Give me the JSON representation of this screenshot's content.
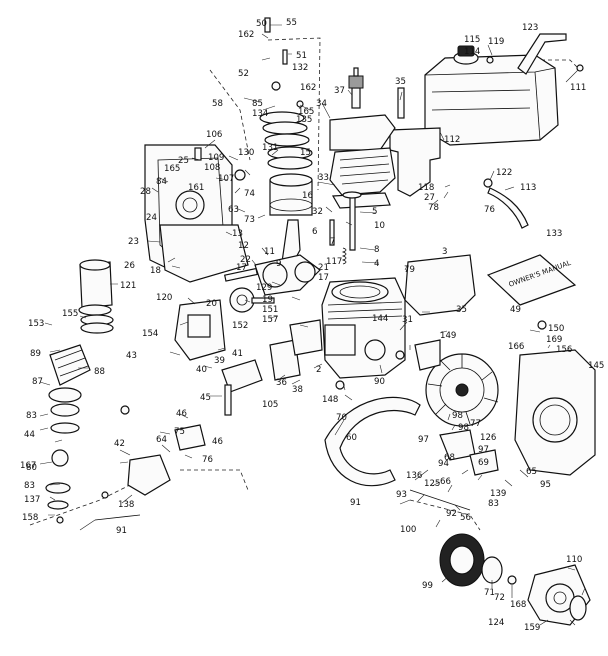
{
  "diagram": {
    "card_text": "OWNER'S MANUAL",
    "labels": [
      "55",
      "50",
      "51",
      "162",
      "132",
      "52",
      "58",
      "162",
      "85",
      "134",
      "165",
      "135",
      "34",
      "37",
      "35",
      "115",
      "114",
      "119",
      "123",
      "111",
      "112",
      "106",
      "130",
      "109",
      "108",
      "131",
      "15",
      "25",
      "165",
      "84",
      "28",
      "24",
      "161",
      "107",
      "74",
      "63",
      "73",
      "16",
      "33",
      "32",
      "5",
      "6",
      "10",
      "7",
      "8",
      "4",
      "117",
      "122",
      "118",
      "113",
      "27",
      "78",
      "76",
      "133",
      "23",
      "26",
      "18",
      "13",
      "12",
      "22",
      "17",
      "11",
      "129",
      "9",
      "21",
      "17",
      "20",
      "19",
      "151",
      "157",
      "152",
      "121",
      "120",
      "3",
      "79",
      "31",
      "35",
      "149",
      "150",
      "169",
      "156",
      "49",
      "155",
      "153",
      "154",
      "41",
      "43",
      "39",
      "40",
      "36",
      "38",
      "2",
      "105",
      "144",
      "148",
      "70",
      "166",
      "145",
      "90",
      "89",
      "88",
      "87",
      "83",
      "44",
      "80",
      "45",
      "46",
      "46",
      "75",
      "76",
      "64",
      "42",
      "60",
      "98",
      "98",
      "126",
      "77",
      "97",
      "97",
      "68",
      "69",
      "65",
      "95",
      "94",
      "136",
      "125",
      "66",
      "139",
      "83",
      "167",
      "83",
      "138",
      "137",
      "158",
      "91",
      "91",
      "93",
      "92",
      "56",
      "100",
      "99",
      "71",
      "72",
      "168",
      "110",
      "124",
      "159"
    ]
  }
}
